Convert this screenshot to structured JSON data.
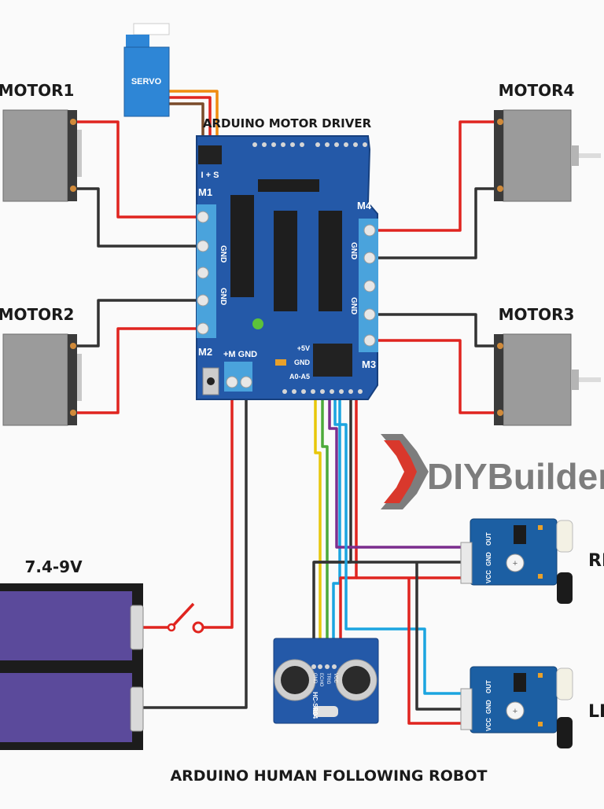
{
  "labels": {
    "motor1": "MOTOR1",
    "motor2": "MOTOR2",
    "motor3": "MOTOR3",
    "motor4": "MOTOR4",
    "servo": "SERVO",
    "driver_title": "ARDUINO MOTOR DRIVER",
    "servo_pins": "I + S",
    "m1": "M1",
    "m2": "M2",
    "m3": "M3",
    "m4": "M4",
    "gnd": "GND",
    "pm_gnd": "+M GND",
    "plus5v": "+5V",
    "gnd_row": "GND",
    "a0a5": "A0-A5",
    "battery": "7.4-9V",
    "ultrasonic_model": "HC-SR04",
    "us_pins": [
      "GND",
      "ECHO",
      "TRIG",
      "VCC"
    ],
    "ir_pins": [
      "OUT",
      "GND",
      "VCC"
    ],
    "right_ir": "RI",
    "left_ir": "LE",
    "brand": "DIYBuilder",
    "footer": "ARDUINO HUMAN FOLLOWING ROBOT"
  },
  "colors": {
    "board": "#2459a8",
    "wire_red": "#e0241f",
    "wire_black": "#333333",
    "wire_yellow": "#e8c70a",
    "wire_green": "#4caa3a",
    "wire_purple": "#7b2d8e",
    "wire_blue": "#1ba4e0",
    "wire_brown": "#7a4b2a",
    "wire_orange": "#f08c10",
    "battery": "#5b4a9b",
    "motor": "#9b9b9b",
    "servo": "#2e86d6",
    "ir_board": "#1c5fa3",
    "brand_grey": "#7d7d7d",
    "brand_red": "#d9382c"
  }
}
